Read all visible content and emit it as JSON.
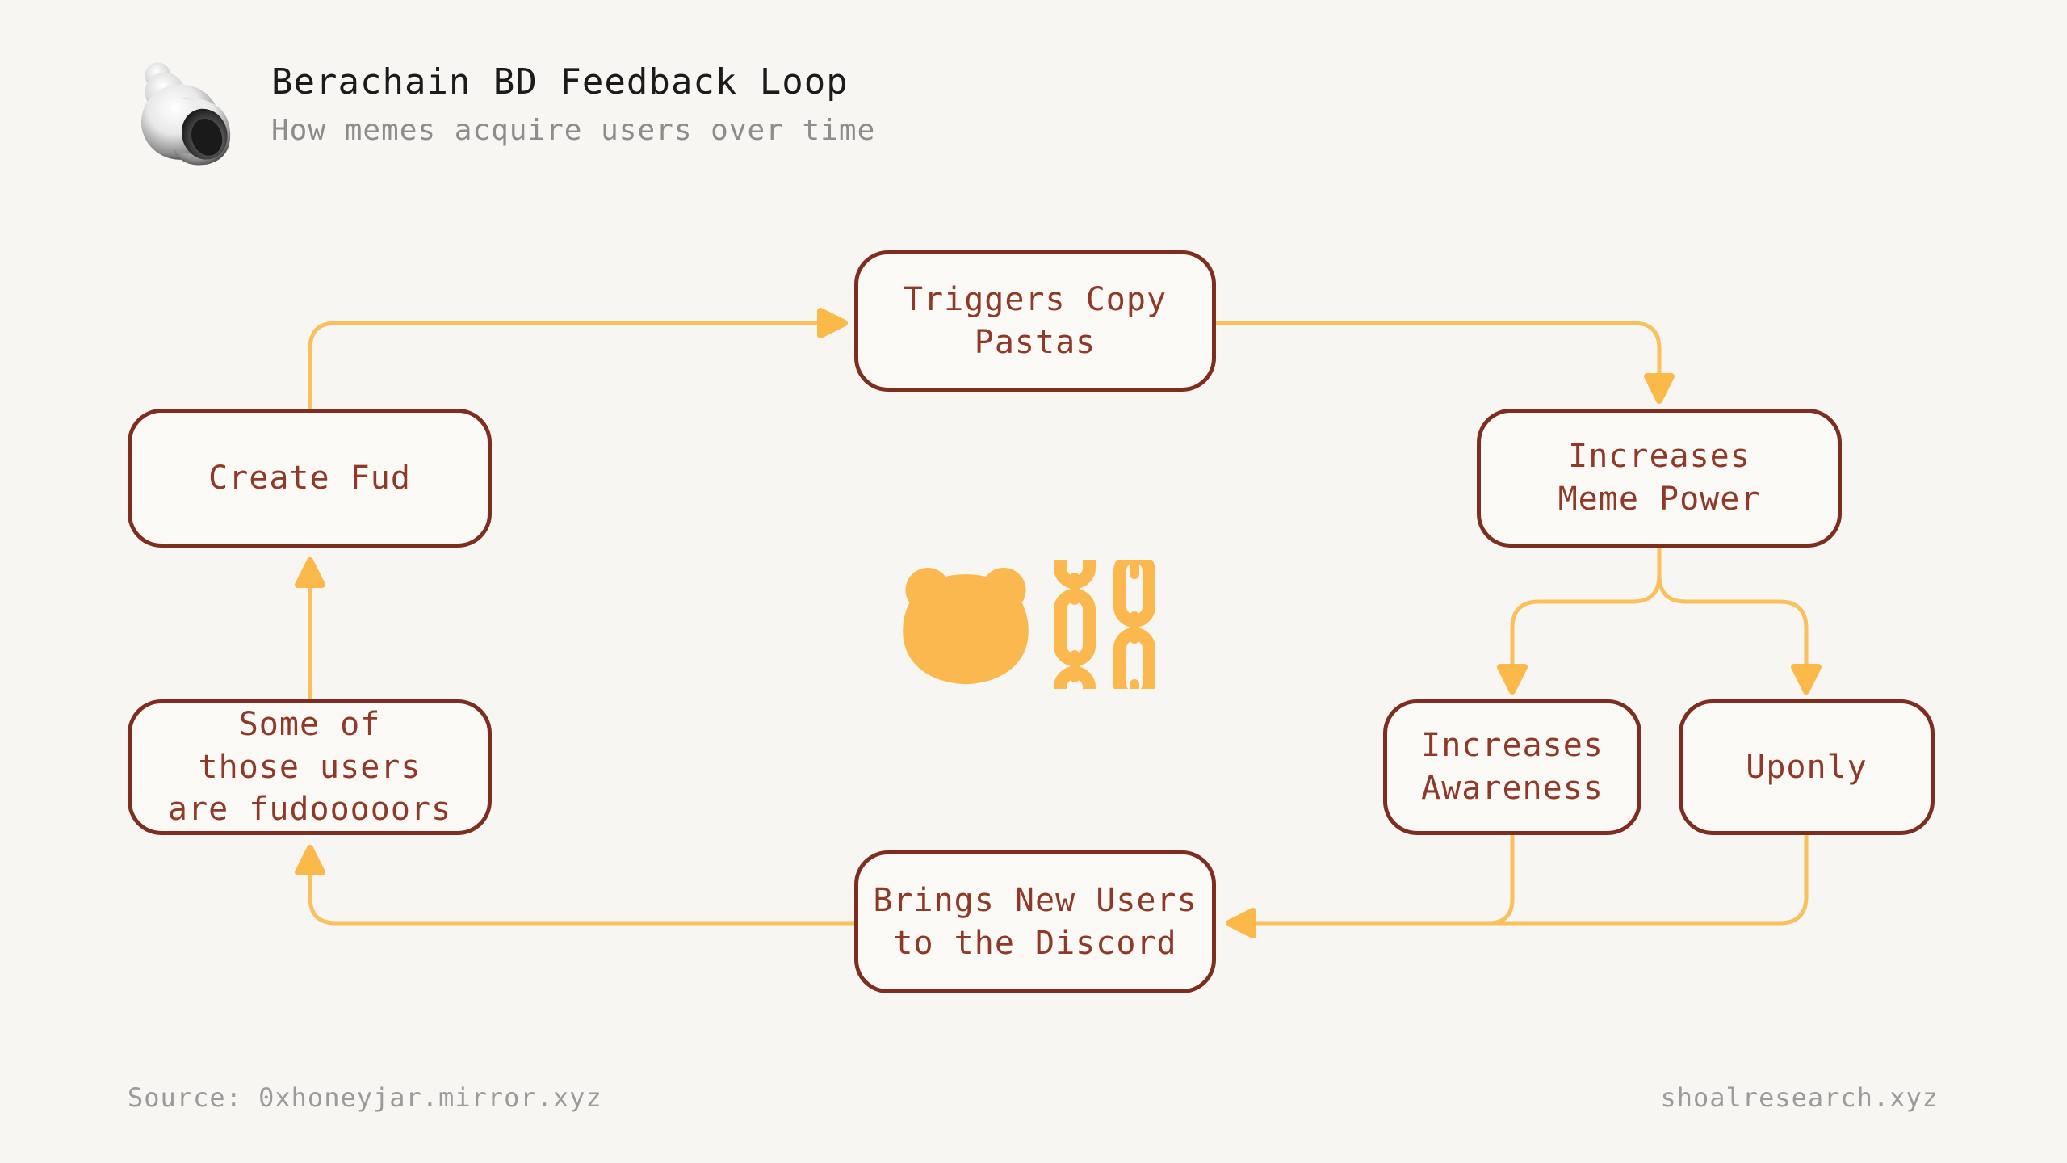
{
  "header": {
    "title": "Berachain BD Feedback Loop",
    "subtitle": "How memes acquire users over time",
    "logo_icon": "shell-icon"
  },
  "nodes": {
    "create_fud": "Create Fud",
    "triggers": "Triggers Copy\nPastas",
    "meme_power": "Increases\nMeme Power",
    "awareness": "Increases\nAwareness",
    "uponly": "Uponly",
    "brings": "Brings New Users\nto the Discord",
    "fudders": "Some of\nthose users\nare fudooooors"
  },
  "edges": [
    {
      "from": "Create Fud",
      "to": "Triggers Copy Pastas"
    },
    {
      "from": "Triggers Copy Pastas",
      "to": "Increases Meme Power"
    },
    {
      "from": "Increases Meme Power",
      "to": "Increases Awareness"
    },
    {
      "from": "Increases Meme Power",
      "to": "Uponly"
    },
    {
      "from": "Increases Awareness",
      "to": "Brings New Users to the Discord"
    },
    {
      "from": "Uponly",
      "to": "Brings New Users to the Discord"
    },
    {
      "from": "Brings New Users to the Discord",
      "to": "Some of those users are fudooooors"
    },
    {
      "from": "Some of those users are fudooooors",
      "to": "Create Fud"
    }
  ],
  "center_icons": [
    "bear-icon",
    "chain-icon",
    "chain-icon"
  ],
  "footer": {
    "source": "Source: 0xhoneyjar.mirror.xyz",
    "brand": "shoalresearch.xyz"
  },
  "colors": {
    "bg": "#f7f6f2",
    "node-border": "#7d2e1e",
    "node-text": "#8f3a28",
    "node-bg": "#faf9f6",
    "line": "#f9c05c",
    "arrow": "#fbb94a",
    "icon-orange": "#fbb84e",
    "title": "#1b1b1b",
    "muted": "#8d8d8d"
  }
}
